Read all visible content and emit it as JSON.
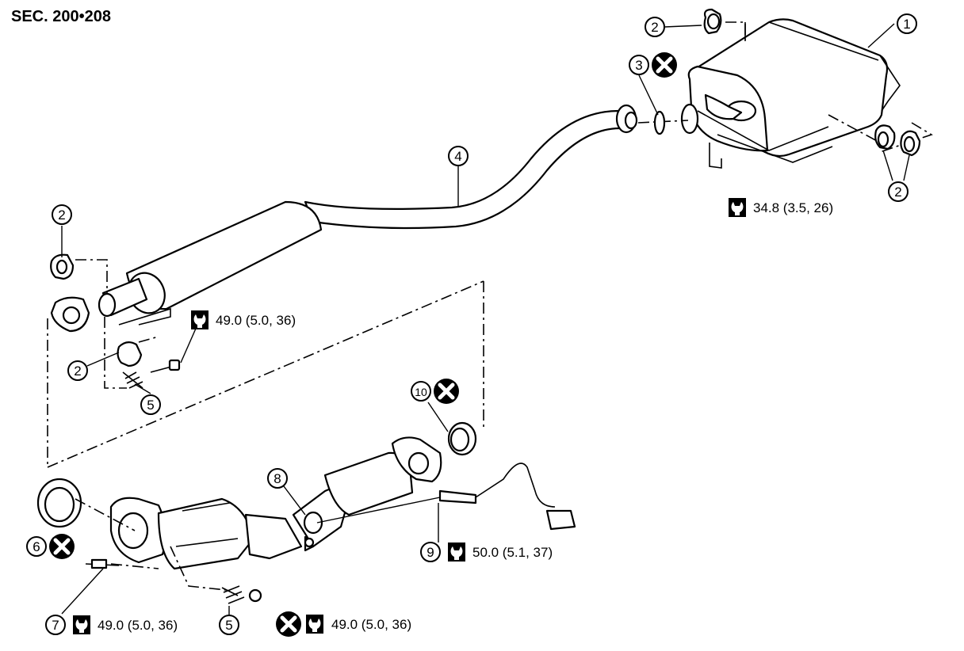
{
  "section_title": "SEC. 200•208",
  "callouts": {
    "c1": "1",
    "c2a": "2",
    "c3": "3",
    "c2b": "2",
    "c4": "4",
    "c2c": "2",
    "c2d": "2",
    "c5a": "5",
    "c10": "10",
    "c8": "8",
    "c6": "6",
    "c9": "9",
    "c7": "7",
    "c5b": "5"
  },
  "torques": {
    "t1": "34.8 (3.5, 26)",
    "t2": "49.0 (5.0, 36)",
    "t3": "50.0 (5.1, 37)",
    "t4": "49.0 (5.0, 36)",
    "t5": "49.0 (5.0, 36)"
  },
  "icons": {
    "torque": "torque-wrench-icon",
    "do_not_reuse": "do-not-reuse-icon"
  }
}
